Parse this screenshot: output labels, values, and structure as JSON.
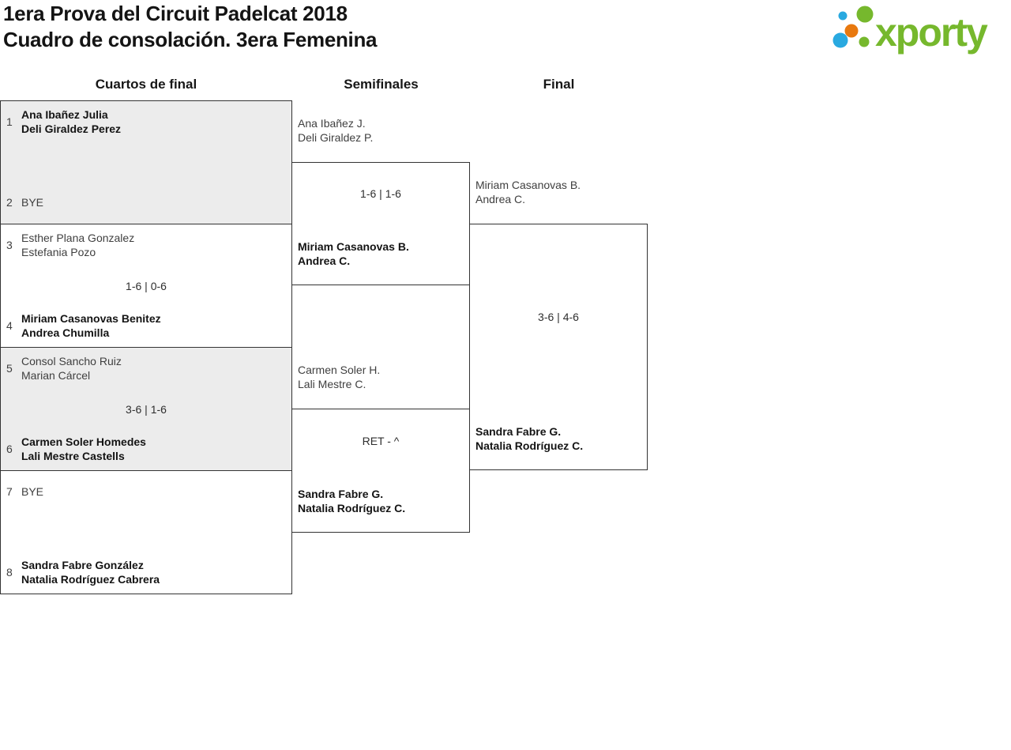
{
  "page": {
    "title_line1": "1era Prova del Circuit Padelcat 2018",
    "title_line2": "Cuadro de consolación. 3era Femenina"
  },
  "logo": {
    "text": "xporty",
    "green": "#76b82d",
    "blue": "#29a9e0",
    "orange": "#e8790f"
  },
  "columns": {
    "quarterfinals": "Cuartos de final",
    "semifinals": "Semifinales",
    "final": "Final"
  },
  "colors": {
    "box_shaded": "#ececec",
    "box_border": "#333333",
    "text": "#3f3f3f",
    "winner_text": "#141414"
  },
  "bracket": {
    "quarterfinals": [
      {
        "top": {
          "seed": "1",
          "line1": "Ana Ibañez Julia",
          "line2": "Deli Giraldez Perez",
          "winner": true
        },
        "score": "",
        "bottom": {
          "seed": "2",
          "line1": "BYE",
          "line2": "",
          "winner": false
        }
      },
      {
        "top": {
          "seed": "3",
          "line1": "Esther Plana Gonzalez",
          "line2": "Estefania Pozo",
          "winner": false
        },
        "score": "1-6 | 0-6",
        "bottom": {
          "seed": "4",
          "line1": "Miriam Casanovas Benitez",
          "line2": "Andrea Chumilla",
          "winner": true
        }
      },
      {
        "top": {
          "seed": "5",
          "line1": "Consol Sancho Ruiz",
          "line2": "Marian Cárcel",
          "winner": false
        },
        "score": "3-6 | 1-6",
        "bottom": {
          "seed": "6",
          "line1": "Carmen Soler Homedes",
          "line2": "Lali Mestre Castells",
          "winner": true
        }
      },
      {
        "top": {
          "seed": "7",
          "line1": "BYE",
          "line2": "",
          "winner": false
        },
        "score": "",
        "bottom": {
          "seed": "8",
          "line1": "Sandra Fabre González",
          "line2": "Natalia Rodríguez Cabrera",
          "winner": true
        }
      }
    ],
    "semifinals": [
      {
        "top": {
          "line1": "Ana Ibañez J.",
          "line2": "Deli Giraldez P.",
          "winner": false
        },
        "score": "1-6 | 1-6",
        "bottom": {
          "line1": "Miriam Casanovas B.",
          "line2": "Andrea C.",
          "winner": true
        }
      },
      {
        "top": {
          "line1": "Carmen Soler H.",
          "line2": "Lali Mestre C.",
          "winner": false
        },
        "score": "RET - ^",
        "bottom": {
          "line1": "Sandra Fabre G.",
          "line2": "Natalia Rodríguez C.",
          "winner": true
        }
      }
    ],
    "final": {
      "top": {
        "line1": "Miriam Casanovas B.",
        "line2": "Andrea C.",
        "winner": false
      },
      "score": "3-6 | 4-6",
      "bottom": {
        "line1": "Sandra Fabre G.",
        "line2": "Natalia Rodríguez C.",
        "winner": true
      }
    }
  }
}
